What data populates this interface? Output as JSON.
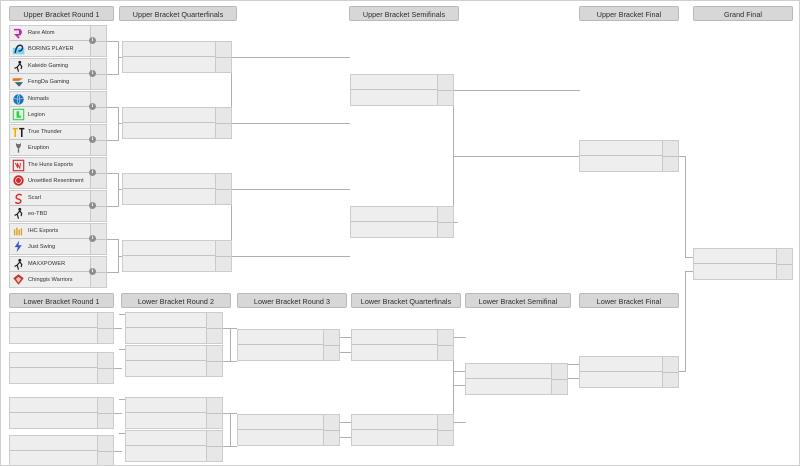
{
  "bracket": {
    "upper": {
      "headers": [
        {
          "label": "Upper Bracket Round 1"
        },
        {
          "label": "Upper Bracket Quarterfinals"
        },
        {
          "label": "Upper Bracket Semifinals"
        },
        {
          "label": "Upper Bracket Final"
        },
        {
          "label": "Grand Final"
        }
      ],
      "round1": [
        {
          "info": "i",
          "teams": [
            {
              "name": "Rare Atom",
              "logo": "rare-atom-logo",
              "color": "#c026a8",
              "score": ""
            },
            {
              "name": "BORING PLAYER",
              "logo": "boring-player-logo",
              "color": "#2f9fd8",
              "score": ""
            }
          ]
        },
        {
          "info": "i",
          "teams": [
            {
              "name": "Kaleido Gaming",
              "logo": "kaleido-gaming-logo",
              "color": "#1d1d1d",
              "score": ""
            },
            {
              "name": "FengDa Gaming",
              "logo": "fengda-gaming-logo",
              "color": "#e8731c",
              "score": ""
            }
          ]
        },
        {
          "info": "i",
          "teams": [
            {
              "name": "Nomads",
              "logo": "nomads-logo",
              "color": "#1f6fb5",
              "score": ""
            },
            {
              "name": "Legion",
              "logo": "legion-logo",
              "color": "#27d63f",
              "score": ""
            }
          ]
        },
        {
          "info": "i",
          "teams": [
            {
              "name": "True Thunder",
              "logo": "true-thunder-logo",
              "color": "#e8b100",
              "score": ""
            },
            {
              "name": "Eruption",
              "logo": "eruption-logo",
              "color": "#555555",
              "score": ""
            }
          ]
        },
        {
          "info": "i",
          "teams": [
            {
              "name": "The Huns Esports",
              "logo": "the-huns-esports-logo",
              "color": "#d03030",
              "score": ""
            },
            {
              "name": "Unsettled Resentment",
              "logo": "unsettled-resentment-logo",
              "color": "#cc2b2b",
              "score": ""
            }
          ]
        },
        {
          "info": "i",
          "teams": [
            {
              "name": "Scarl",
              "logo": "scarl-logo",
              "color": "#d42b2b",
              "score": ""
            },
            {
              "name": "eo-TBD",
              "logo": "eo-tbd-logo",
              "color": "#1d1d1d",
              "score": ""
            }
          ]
        },
        {
          "info": "i",
          "teams": [
            {
              "name": "IHC Esports",
              "logo": "ihc-esports-logo",
              "color": "#d4a017",
              "score": ""
            },
            {
              "name": "Just Swing",
              "logo": "just-swing-logo",
              "color": "#3a56d4",
              "score": ""
            }
          ]
        },
        {
          "info": "i",
          "teams": [
            {
              "name": "MAXXPOWER",
              "logo": "maxxpower-logo",
              "color": "#1d1d1d",
              "score": ""
            },
            {
              "name": "Chinggis Warriors",
              "logo": "chinggis-warriors-logo",
              "color": "#c0392b",
              "score": ""
            }
          ]
        }
      ],
      "quarterfinals": [
        {
          "teams": [
            {
              "name": "",
              "score": ""
            },
            {
              "name": "",
              "score": ""
            }
          ]
        },
        {
          "teams": [
            {
              "name": "",
              "score": ""
            },
            {
              "name": "",
              "score": ""
            }
          ]
        },
        {
          "teams": [
            {
              "name": "",
              "score": ""
            },
            {
              "name": "",
              "score": ""
            }
          ]
        },
        {
          "teams": [
            {
              "name": "",
              "score": ""
            },
            {
              "name": "",
              "score": ""
            }
          ]
        }
      ],
      "semifinals": [
        {
          "teams": [
            {
              "name": "",
              "score": ""
            },
            {
              "name": "",
              "score": ""
            }
          ]
        },
        {
          "teams": [
            {
              "name": "",
              "score": ""
            },
            {
              "name": "",
              "score": ""
            }
          ]
        }
      ],
      "final": [
        {
          "teams": [
            {
              "name": "",
              "score": ""
            },
            {
              "name": "",
              "score": ""
            }
          ]
        }
      ],
      "grand_final": [
        {
          "teams": [
            {
              "name": "",
              "score": ""
            },
            {
              "name": "",
              "score": ""
            }
          ]
        }
      ]
    },
    "lower": {
      "headers": [
        {
          "label": "Lower Bracket Round 1"
        },
        {
          "label": "Lower Bracket Round 2"
        },
        {
          "label": "Lower Bracket Round 3"
        },
        {
          "label": "Lower Bracket Quarterfinals"
        },
        {
          "label": "Lower Bracket Semifinal"
        },
        {
          "label": "Lower Bracket Final"
        }
      ],
      "round1": [
        {
          "teams": [
            {
              "name": "",
              "score": ""
            },
            {
              "name": "",
              "score": ""
            }
          ]
        },
        {
          "teams": [
            {
              "name": "",
              "score": ""
            },
            {
              "name": "",
              "score": ""
            }
          ]
        },
        {
          "teams": [
            {
              "name": "",
              "score": ""
            },
            {
              "name": "",
              "score": ""
            }
          ]
        },
        {
          "teams": [
            {
              "name": "",
              "score": ""
            },
            {
              "name": "",
              "score": ""
            }
          ]
        }
      ],
      "round2": [
        {
          "teams": [
            {
              "name": "",
              "score": ""
            },
            {
              "name": "",
              "score": ""
            }
          ]
        },
        {
          "teams": [
            {
              "name": "",
              "score": ""
            },
            {
              "name": "",
              "score": ""
            }
          ]
        },
        {
          "teams": [
            {
              "name": "",
              "score": ""
            },
            {
              "name": "",
              "score": ""
            }
          ]
        },
        {
          "teams": [
            {
              "name": "",
              "score": ""
            },
            {
              "name": "",
              "score": ""
            }
          ]
        }
      ],
      "round3": [
        {
          "teams": [
            {
              "name": "",
              "score": ""
            },
            {
              "name": "",
              "score": ""
            }
          ]
        },
        {
          "teams": [
            {
              "name": "",
              "score": ""
            },
            {
              "name": "",
              "score": ""
            }
          ]
        }
      ],
      "quarterfinals": [
        {
          "teams": [
            {
              "name": "",
              "score": ""
            },
            {
              "name": "",
              "score": ""
            }
          ]
        },
        {
          "teams": [
            {
              "name": "",
              "score": ""
            },
            {
              "name": "",
              "score": ""
            }
          ]
        }
      ],
      "semifinal": [
        {
          "teams": [
            {
              "name": "",
              "score": ""
            },
            {
              "name": "",
              "score": ""
            }
          ]
        }
      ],
      "final": [
        {
          "teams": [
            {
              "name": "",
              "score": ""
            },
            {
              "name": "",
              "score": ""
            }
          ]
        }
      ]
    },
    "colors": {
      "header_bg": "#d7d7d7",
      "header_border": "#b9b9b9",
      "match_bg": "#eeeeee",
      "match_border": "#cccccc",
      "score_bg": "#e7e7e7",
      "line": "#b0b0b0",
      "text": "#2f2f2f"
    }
  }
}
